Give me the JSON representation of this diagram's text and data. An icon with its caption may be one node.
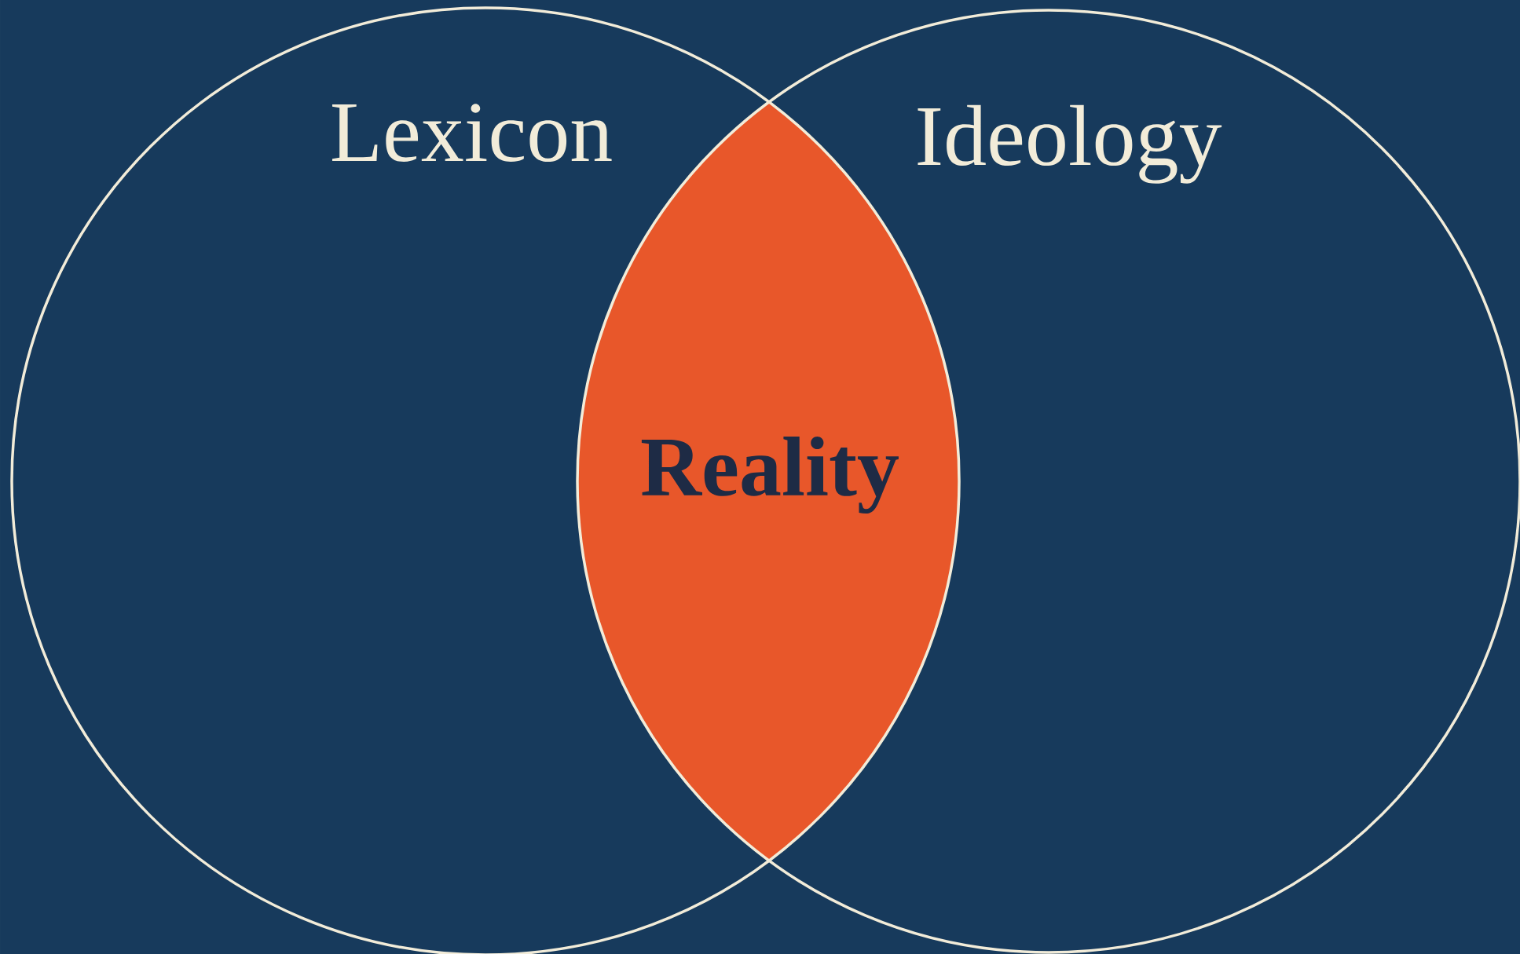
{
  "diagram": {
    "nodes": [
      {
        "text": [
          "Lexicon"
        ]
      },
      {
        "text": [
          "Ideology"
        ]
      },
      {
        "text": [
          "Reality"
        ]
      }
    ]
  }
}
